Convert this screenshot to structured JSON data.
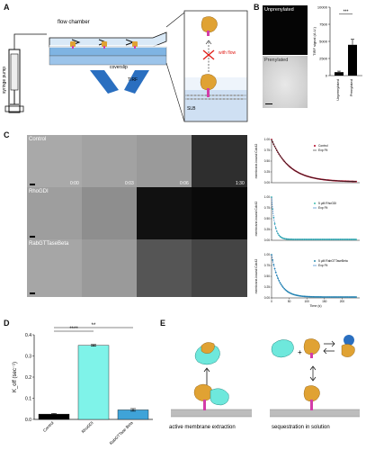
{
  "panels": {
    "a": "A",
    "b": "B",
    "c": "C",
    "d": "D",
    "e": "E"
  },
  "panel_a": {
    "flow_chamber": "flow chamber",
    "syringe_pump": "syringe pump",
    "coverslip": "coverslip",
    "tirf": "TIRF",
    "with_flow": "with\nflow",
    "slb": "SLB"
  },
  "panel_b": {
    "unprenylated": "Unprenylated",
    "prenylated": "Prenylated",
    "chart_data": {
      "type": "bar",
      "categories": [
        "Unprenylated",
        "Prenylated"
      ],
      "values": [
        500,
        4500
      ],
      "errors": [
        150,
        800
      ],
      "ylim": [
        0,
        10000
      ],
      "ylabel": "TIRF signal (A.U.)",
      "yticks": [
        "0",
        "2500",
        "5000",
        "7500",
        "10000"
      ],
      "significance": "***"
    }
  },
  "panel_c": {
    "rows": [
      {
        "label": "Control"
      },
      {
        "label": "RhoGDI"
      },
      {
        "label": "RabGTTaseBeta"
      }
    ],
    "times": [
      "0:00",
      "0:03",
      "0:06",
      "1:30"
    ],
    "chart_data": [
      {
        "type": "line",
        "ylabel": "membrane-bound Cdc42",
        "series": [
          {
            "name": "Control",
            "values": []
          },
          {
            "name": "Exp Fit",
            "values": []
          }
        ],
        "yticks": [
          "1.00",
          "0.75",
          "0.50",
          "0.25",
          "0.00"
        ]
      },
      {
        "type": "line",
        "ylabel": "membrane-bound Cdc42",
        "series": [
          {
            "name": "5 µM RhoGDI",
            "values": []
          },
          {
            "name": "Exp Fit",
            "values": []
          }
        ],
        "yticks": [
          "1.00",
          "0.75",
          "0.50",
          "0.25",
          "0.00"
        ]
      },
      {
        "type": "line",
        "ylabel": "membrane-bound Cdc42",
        "series": [
          {
            "name": "5 µM RabGTTaseBeta",
            "values": []
          },
          {
            "name": "Exp Fit",
            "values": []
          }
        ],
        "yticks": [
          "1.00",
          "0.75",
          "0.50",
          "0.25",
          "0.00"
        ],
        "xlabel": "Time (s)",
        "xticks": [
          "0",
          "50",
          "100",
          "150",
          "200"
        ]
      }
    ]
  },
  "panel_d": {
    "chart_data": {
      "type": "bar",
      "categories": [
        "Control",
        "RhoGDI",
        "RabGTTase Beta"
      ],
      "values": [
        0.025,
        0.35,
        0.045
      ],
      "errors": [
        0.003,
        0.004,
        0.006
      ],
      "ylim": [
        0,
        0.4
      ],
      "yticks": [
        "0.0",
        "0.1",
        "0.2",
        "0.3",
        "0.4"
      ],
      "ylabel": "K_off (sec⁻¹)",
      "sig_top": "**",
      "sig_lower": "****",
      "colors": [
        "#000000",
        "#7ff3e9",
        "#3fa3d8"
      ]
    }
  },
  "panel_e": {
    "active": "active membrane extraction",
    "sequestration": "sequestration in solution"
  },
  "colors": {
    "cyan": "#6ee8dc",
    "orange": "#e0a233",
    "magenta": "#d33ca8",
    "blue": "#2a6fc0"
  }
}
